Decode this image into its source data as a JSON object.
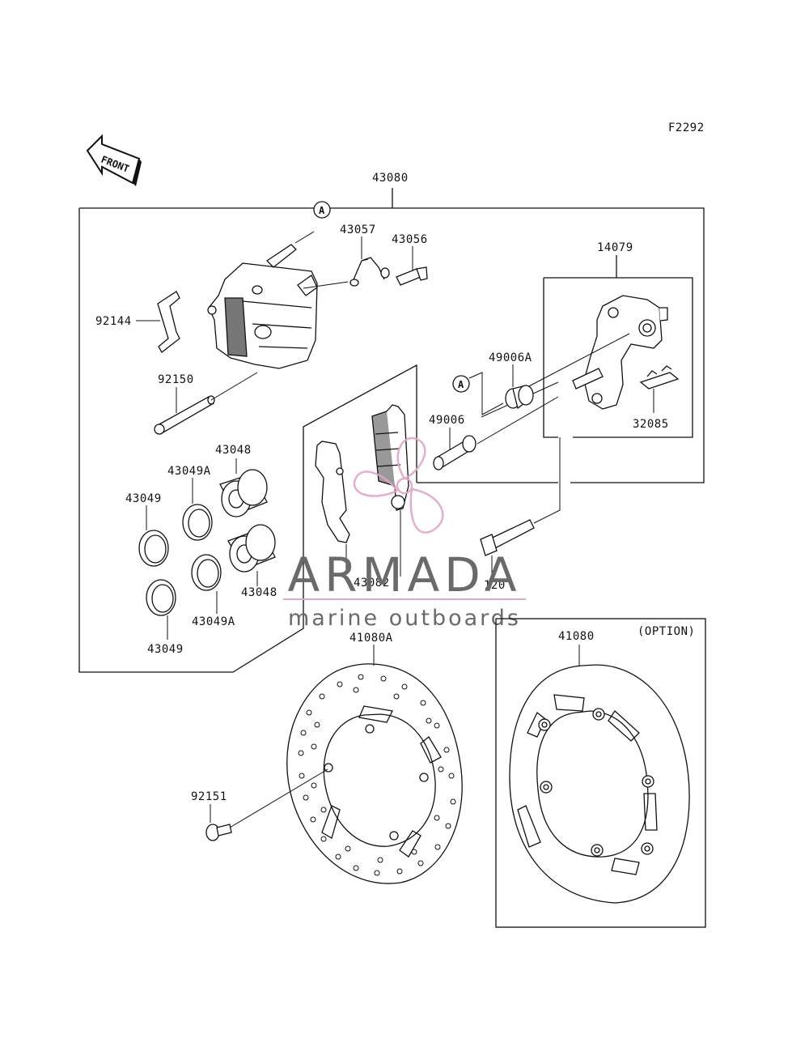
{
  "diagram": {
    "code": "F2292",
    "front_label": "FRONT",
    "option_label": "(OPTION)",
    "ref_marker": "A",
    "parts": {
      "p43080": "43080",
      "p43057": "43057",
      "p43056": "43056",
      "p14079": "14079",
      "p92144": "92144",
      "p49006A": "49006A",
      "p92150": "92150",
      "p49006": "49006",
      "p32085": "32085",
      "p43048a": "43048",
      "p43049Aa": "43049A",
      "p43049a": "43049",
      "p43048b": "43048",
      "p43082": "43082",
      "p120": "120",
      "p43049Ab": "43049A",
      "p43049b": "43049",
      "p41080A": "41080A",
      "p41080": "41080",
      "p92151": "92151"
    }
  },
  "watermark": {
    "name": "ARMADA",
    "tagline": "marine outboards",
    "accent": "#e3a6c8"
  }
}
